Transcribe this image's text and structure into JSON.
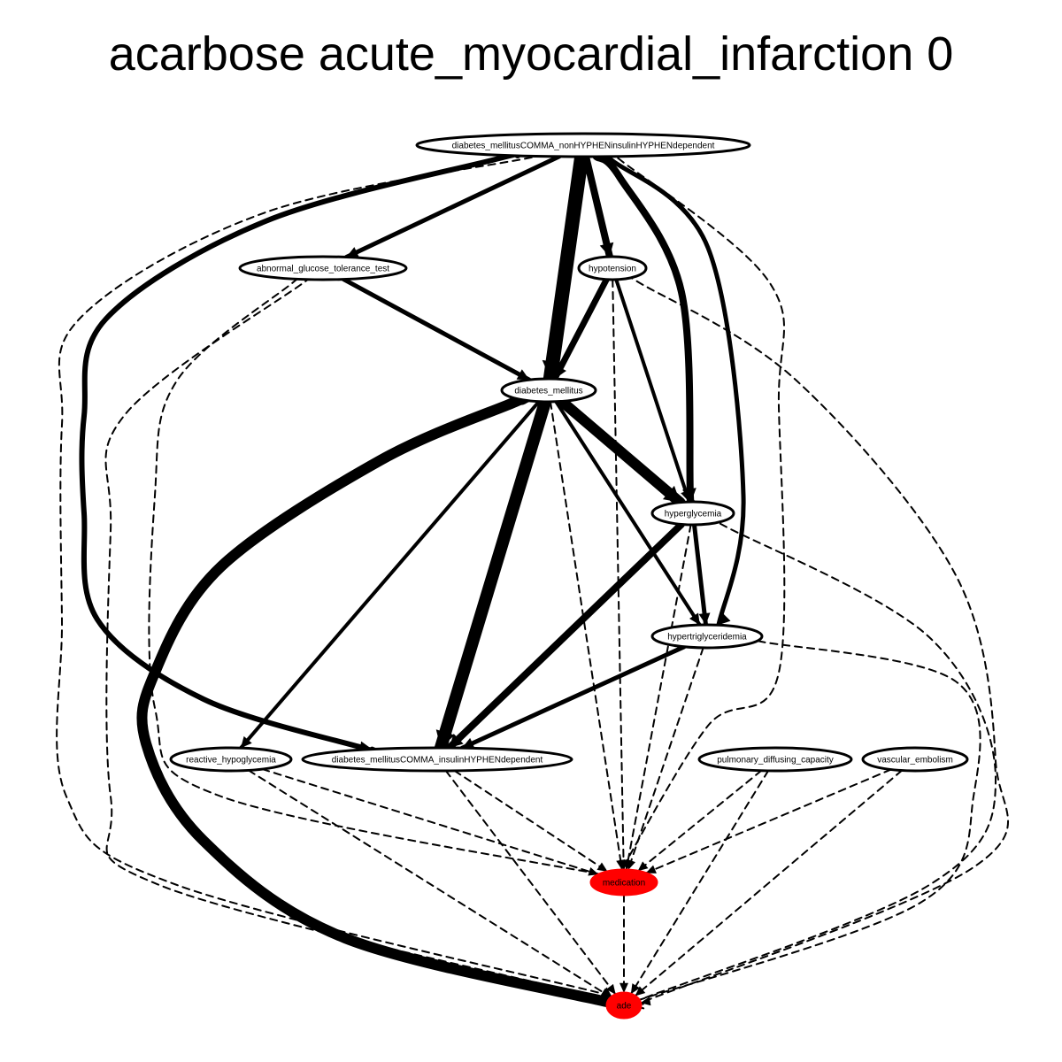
{
  "title": "acarbose acute_myocardial_infarction 0",
  "colors": {
    "highlight": "#ff0000",
    "node_fill": "#ffffff",
    "edge": "#000000"
  },
  "nodes": [
    {
      "id": "dm_noninsulin",
      "label": "diabetes_mellitusCOMMA_nonHYPHENinsulinHYPHENdependent",
      "highlight": false
    },
    {
      "id": "abnormal_gtt",
      "label": "abnormal_glucose_tolerance_test",
      "highlight": false
    },
    {
      "id": "hypotension",
      "label": "hypotension",
      "highlight": false
    },
    {
      "id": "dm",
      "label": "diabetes_mellitus",
      "highlight": false
    },
    {
      "id": "hyperglycemia",
      "label": "hyperglycemia",
      "highlight": false
    },
    {
      "id": "hypertrig",
      "label": "hypertriglyceridemia",
      "highlight": false
    },
    {
      "id": "reactive_hypo",
      "label": "reactive_hypoglycemia",
      "highlight": false
    },
    {
      "id": "dm_insulin",
      "label": "diabetes_mellitusCOMMA_insulinHYPHENdependent",
      "highlight": false
    },
    {
      "id": "pulm_diff",
      "label": "pulmonary_diffusing_capacity",
      "highlight": false
    },
    {
      "id": "vasc_emb",
      "label": "vascular_embolism",
      "highlight": false
    },
    {
      "id": "medication",
      "label": "medication",
      "highlight": true
    },
    {
      "id": "ade",
      "label": "ade",
      "highlight": true
    }
  ],
  "edges": [
    {
      "from": "dm_noninsulin",
      "to": "abnormal_gtt",
      "weight": 5,
      "style": "solid"
    },
    {
      "from": "dm_noninsulin",
      "to": "hypotension",
      "weight": 8,
      "style": "solid"
    },
    {
      "from": "dm_noninsulin",
      "to": "dm",
      "weight": 16,
      "style": "solid"
    },
    {
      "from": "dm_noninsulin",
      "to": "hyperglycemia",
      "weight": 8,
      "style": "solid"
    },
    {
      "from": "dm_noninsulin",
      "to": "hypertrig",
      "weight": 5,
      "style": "solid"
    },
    {
      "from": "dm_noninsulin",
      "to": "dm_insulin",
      "weight": 6,
      "style": "solid"
    },
    {
      "from": "dm_noninsulin",
      "to": "medication",
      "weight": 2,
      "style": "dashed"
    },
    {
      "from": "dm_noninsulin",
      "to": "ade",
      "weight": 2,
      "style": "dashed"
    },
    {
      "from": "abnormal_gtt",
      "to": "dm",
      "weight": 5,
      "style": "solid"
    },
    {
      "from": "abnormal_gtt",
      "to": "medication",
      "weight": 2,
      "style": "dashed"
    },
    {
      "from": "abnormal_gtt",
      "to": "ade",
      "weight": 2,
      "style": "dashed"
    },
    {
      "from": "hypotension",
      "to": "dm",
      "weight": 7,
      "style": "solid"
    },
    {
      "from": "hypotension",
      "to": "hyperglycemia",
      "weight": 4,
      "style": "solid"
    },
    {
      "from": "hypotension",
      "to": "medication",
      "weight": 2,
      "style": "dashed"
    },
    {
      "from": "hypotension",
      "to": "ade",
      "weight": 2,
      "style": "dashed"
    },
    {
      "from": "dm",
      "to": "hyperglycemia",
      "weight": 12,
      "style": "solid"
    },
    {
      "from": "dm",
      "to": "hypertrig",
      "weight": 4,
      "style": "solid"
    },
    {
      "from": "dm",
      "to": "reactive_hypo",
      "weight": 4,
      "style": "solid"
    },
    {
      "from": "dm",
      "to": "dm_insulin",
      "weight": 14,
      "style": "solid"
    },
    {
      "from": "dm",
      "to": "ade",
      "weight": 12,
      "style": "solid"
    },
    {
      "from": "dm",
      "to": "medication",
      "weight": 2,
      "style": "dashed"
    },
    {
      "from": "hyperglycemia",
      "to": "hypertrig",
      "weight": 5,
      "style": "solid"
    },
    {
      "from": "hyperglycemia",
      "to": "dm_insulin",
      "weight": 8,
      "style": "solid"
    },
    {
      "from": "hyperglycemia",
      "to": "medication",
      "weight": 2,
      "style": "dashed"
    },
    {
      "from": "hyperglycemia",
      "to": "ade",
      "weight": 2,
      "style": "dashed"
    },
    {
      "from": "hypertrig",
      "to": "dm_insulin",
      "weight": 5,
      "style": "solid"
    },
    {
      "from": "hypertrig",
      "to": "medication",
      "weight": 2,
      "style": "dashed"
    },
    {
      "from": "hypertrig",
      "to": "ade",
      "weight": 2,
      "style": "dashed"
    },
    {
      "from": "reactive_hypo",
      "to": "medication",
      "weight": 2,
      "style": "dashed"
    },
    {
      "from": "reactive_hypo",
      "to": "ade",
      "weight": 2,
      "style": "dashed"
    },
    {
      "from": "dm_insulin",
      "to": "medication",
      "weight": 2,
      "style": "dashed"
    },
    {
      "from": "dm_insulin",
      "to": "ade",
      "weight": 2,
      "style": "dashed"
    },
    {
      "from": "pulm_diff",
      "to": "medication",
      "weight": 2,
      "style": "dashed"
    },
    {
      "from": "pulm_diff",
      "to": "ade",
      "weight": 2,
      "style": "dashed"
    },
    {
      "from": "vasc_emb",
      "to": "medication",
      "weight": 2,
      "style": "dashed"
    },
    {
      "from": "vasc_emb",
      "to": "ade",
      "weight": 2,
      "style": "dashed"
    },
    {
      "from": "medication",
      "to": "ade",
      "weight": 2,
      "style": "dashed"
    }
  ]
}
